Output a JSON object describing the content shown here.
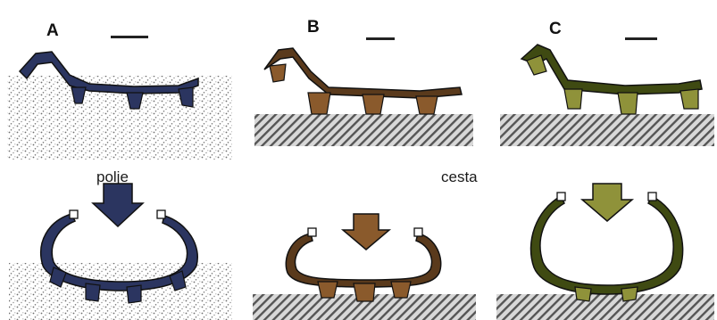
{
  "panels": [
    {
      "letter": "A",
      "ground": "soil",
      "tyre_color": "#2b3560",
      "tread_fill": "#ffffff"
    },
    {
      "letter": "B",
      "ground": "road",
      "tyre_color": "#5a3a1c",
      "tread_fill": "#8a5a2c"
    },
    {
      "letter": "C",
      "ground": "road",
      "tyre_color": "#3f4a12",
      "tread_fill": "#8f923a"
    }
  ],
  "labels": {
    "field": "polje",
    "road": "cesta"
  },
  "colors": {
    "soil_dots": "#6e6e6e",
    "road_hatch": "#555555",
    "outline": "#111111"
  }
}
